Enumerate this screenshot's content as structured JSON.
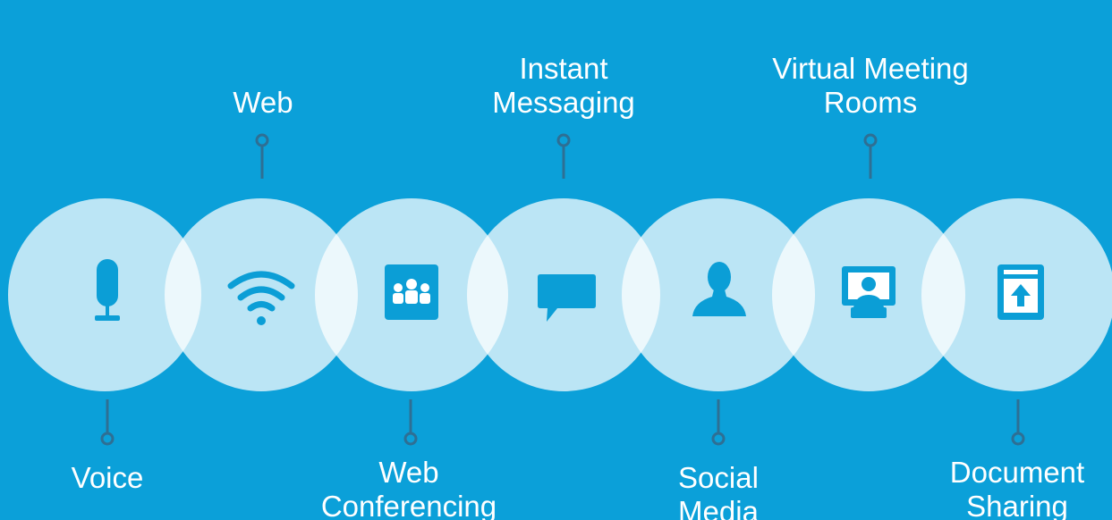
{
  "colors": {
    "background": "#0ba0d9",
    "circle": "#ffffff",
    "icon": "#0b9ed6",
    "text": "#ffffff",
    "connector": "#2e6f94"
  },
  "items": [
    {
      "label_line1": "Voice",
      "label_line2": "",
      "icon": "microphone-icon"
    },
    {
      "label_line1": "Web",
      "label_line2": "",
      "icon": "wifi-icon"
    },
    {
      "label_line1": "Web",
      "label_line2": "Conferencing",
      "icon": "video-conference-icon"
    },
    {
      "label_line1": "Instant",
      "label_line2": "Messaging",
      "icon": "chat-bubble-icon"
    },
    {
      "label_line1": "Social",
      "label_line2": "Media",
      "icon": "person-icon"
    },
    {
      "label_line1": "Virtual Meeting",
      "label_line2": "Rooms",
      "icon": "monitor-person-icon"
    },
    {
      "label_line1": "Document",
      "label_line2": "Sharing",
      "icon": "document-upload-icon"
    }
  ]
}
